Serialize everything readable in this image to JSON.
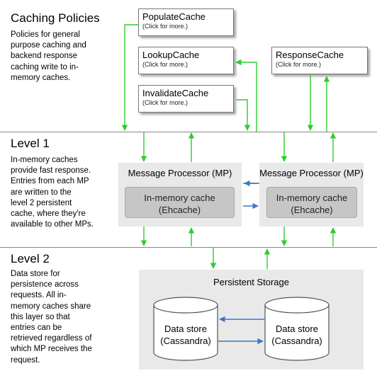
{
  "sections": {
    "caching_policies": {
      "title": "Caching Policies",
      "description_lines": [
        "Policies for general",
        "purpose caching and",
        "backend response",
        "caching write to in-",
        "memory caches."
      ]
    },
    "level1": {
      "title": "Level 1",
      "description_lines": [
        "In-memory caches",
        "provide fast response.",
        "Entries from each MP",
        "are written to the",
        "level 2 persistent",
        "cache, where they're",
        "available to other MPs."
      ]
    },
    "level2": {
      "title": "Level 2",
      "description_lines": [
        "Data store for",
        "persistence across",
        "requests. All in-",
        "memory caches share",
        "this layer so that",
        "entries can be",
        "retrieved regardless of",
        "which MP receives the",
        "request."
      ]
    }
  },
  "policies": [
    {
      "name": "PopulateCache",
      "more": "(Click for more.)"
    },
    {
      "name": "LookupCache",
      "more": "(Click for more.)"
    },
    {
      "name": "InvalidateCache",
      "more": "(Click for more.)"
    },
    {
      "name": "ResponseCache",
      "more": "(Click for more.)"
    }
  ],
  "message_processors": [
    {
      "title": "Message Processor (MP)",
      "cache_lines": [
        "In-memory cache",
        "(Ehcache)"
      ]
    },
    {
      "title": "Message Processor (MP)",
      "cache_lines": [
        "In-memory cache",
        "(Ehcache)"
      ]
    }
  ],
  "persistent_storage": {
    "title": "Persistent Storage",
    "stores": [
      {
        "lines": [
          "Data store",
          "(Cassandra)"
        ]
      },
      {
        "lines": [
          "Data store",
          "(Cassandra)"
        ]
      }
    ]
  },
  "colors": {
    "green_arrow": "#2ecc2e",
    "blue_arrow": "#3a78c4",
    "panel": "#e9e9e9",
    "cache": "#c6c6c6"
  }
}
